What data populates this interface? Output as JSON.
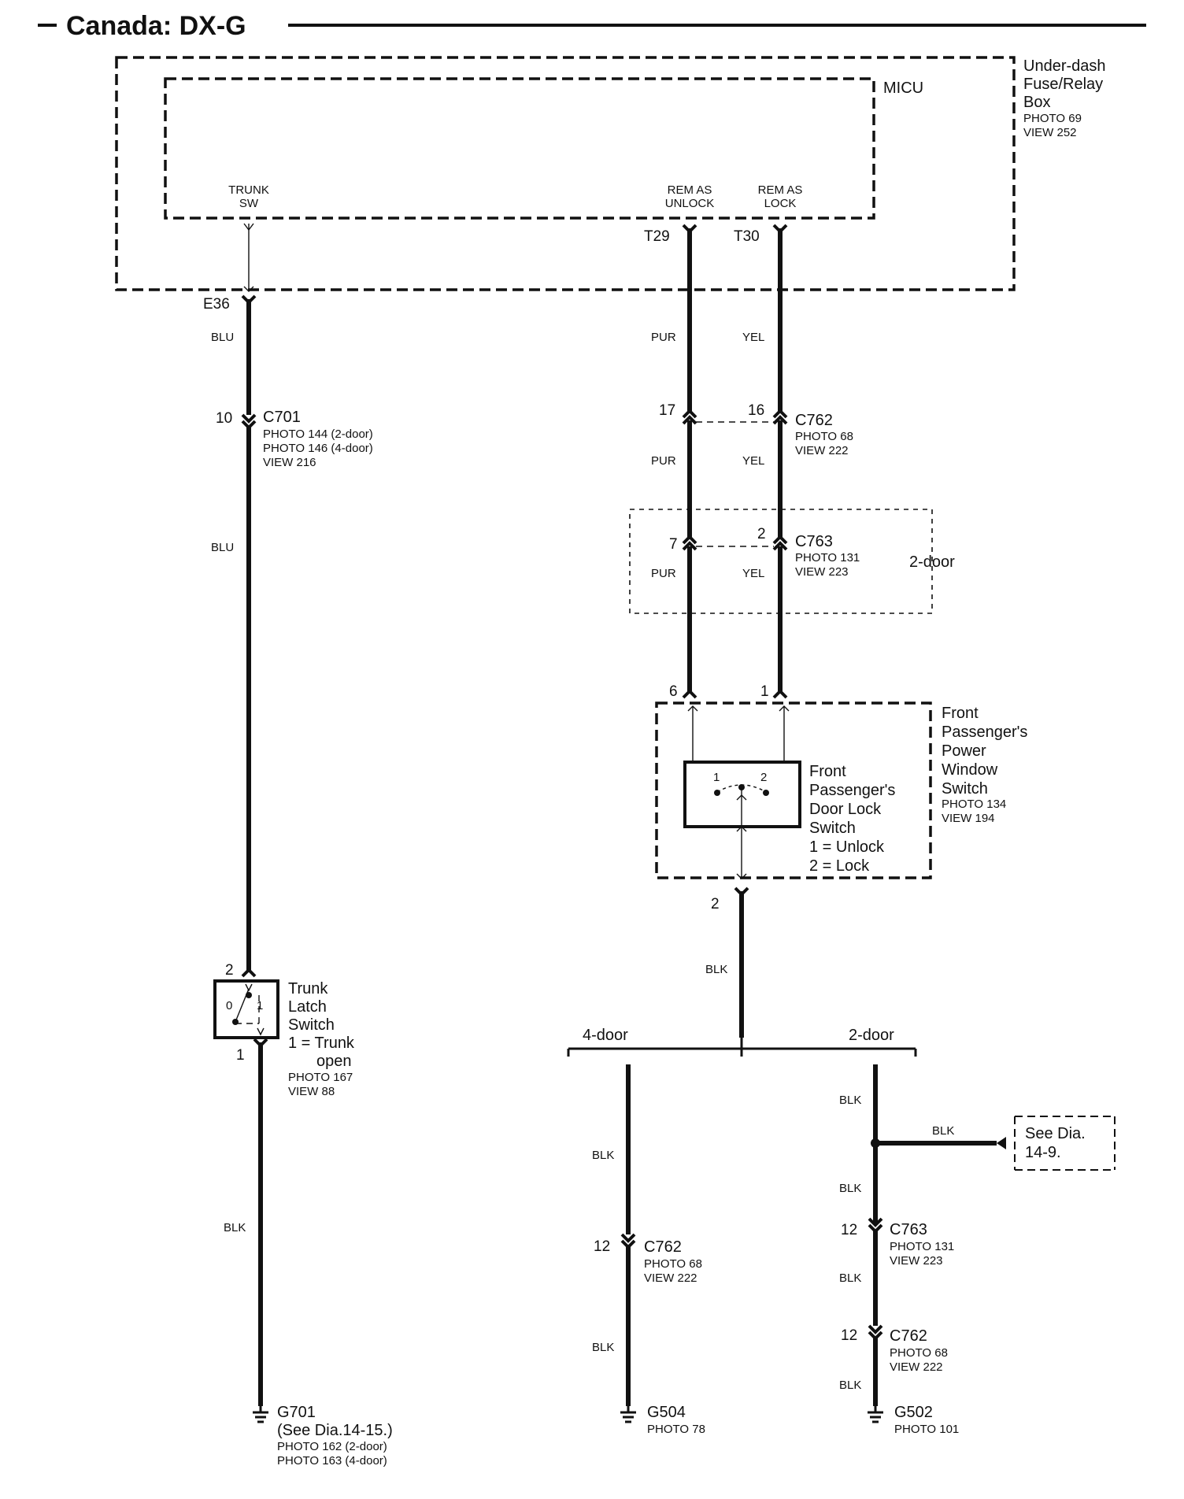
{
  "title": "Canada: DX-G",
  "fuse_box": {
    "name_line1": "Under-dash",
    "name_line2": "Fuse/Relay",
    "name_line3": "Box",
    "photo": "PHOTO 69",
    "view": "VIEW 252"
  },
  "micu": {
    "name": "MICU",
    "trunk_sw_line1": "TRUNK",
    "trunk_sw_line2": "SW",
    "unlock_line1": "REM AS",
    "unlock_line2": "UNLOCK",
    "lock_line1": "REM AS",
    "lock_line2": "LOCK"
  },
  "terminals": {
    "t29": "T29",
    "t30": "T30",
    "e36": "E36"
  },
  "wire_colors": {
    "blu": "BLU",
    "pur": "PUR",
    "yel": "YEL",
    "blk": "BLK"
  },
  "c701": {
    "pin": "10",
    "name": "C701",
    "photo1": "PHOTO 144 (2-door)",
    "photo2": "PHOTO 146 (4-door)",
    "view": "VIEW 216"
  },
  "c762_top": {
    "pin_left": "17",
    "pin_right": "16",
    "name": "C762",
    "photo": "PHOTO 68",
    "view": "VIEW 222"
  },
  "c763_top": {
    "pin_left": "7",
    "pin_right": "2",
    "name": "C763",
    "photo": "PHOTO 131",
    "view": "VIEW 223",
    "variant": "2-door"
  },
  "pw_switch": {
    "pin_left": "6",
    "pin_right": "1",
    "pin_bottom": "2",
    "name_line1": "Front",
    "name_line2": "Passenger's",
    "name_line3": "Power",
    "name_line4": "Window",
    "name_line5": "Switch",
    "photo": "PHOTO 134",
    "view": "VIEW 194"
  },
  "dl_switch": {
    "pos1": "1",
    "pos2": "2",
    "name_line1": "Front",
    "name_line2": "Passenger's",
    "name_line3": "Door Lock",
    "name_line4": "Switch",
    "legend1": "1 = Unlock",
    "legend2": "2 = Lock"
  },
  "trunk_switch": {
    "pin_top": "2",
    "pin_bottom": "1",
    "pos0": "0",
    "pos1": "1",
    "name_line1": "Trunk",
    "name_line2": "Latch",
    "name_line3": "Switch",
    "legend_line1": "1 = Trunk",
    "legend_line2": "open",
    "photo": "PHOTO 167",
    "view": "VIEW 88"
  },
  "branch": {
    "left": "4-door",
    "right": "2-door"
  },
  "see_dia": {
    "line1": "See Dia.",
    "line2": "14-9."
  },
  "c762_left": {
    "pin": "12",
    "name": "C762",
    "photo": "PHOTO 68",
    "view": "VIEW 222"
  },
  "c763_right": {
    "pin": "12",
    "name": "C763",
    "photo": "PHOTO 131",
    "view": "VIEW 223"
  },
  "c762_right": {
    "pin": "12",
    "name": "C762",
    "photo": "PHOTO 68",
    "view": "VIEW 222"
  },
  "g701": {
    "name": "G701",
    "note": "(See Dia.14-15.)",
    "photo1": "PHOTO 162 (2-door)",
    "photo2": "PHOTO 163 (4-door)"
  },
  "g504": {
    "name": "G504",
    "photo": "PHOTO 78"
  },
  "g502": {
    "name": "G502",
    "photo": "PHOTO 101"
  }
}
